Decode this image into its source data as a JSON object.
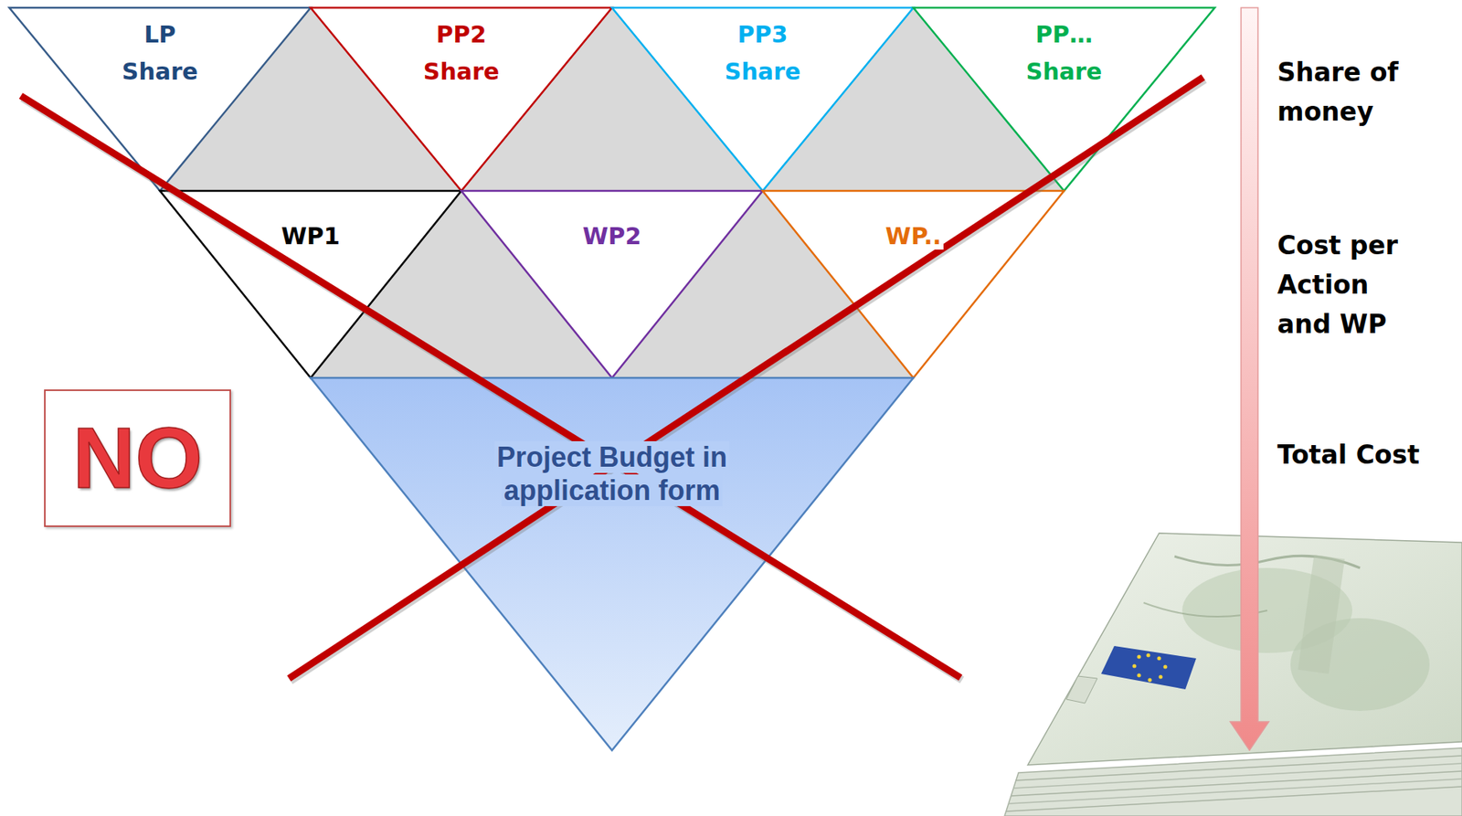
{
  "diagram": {
    "nodes": [
      {
        "text": [
          "LP Share"
        ]
      },
      {
        "text": [
          "PP2 Share"
        ]
      },
      {
        "text": [
          "PP3 Share"
        ]
      },
      {
        "text": [
          "PP… Share"
        ]
      },
      {
        "text": [
          "WP1"
        ]
      },
      {
        "text": [
          "WP2"
        ]
      },
      {
        "text": [
          "WP.."
        ]
      },
      {
        "text": [
          "Project Budget in application form"
        ]
      },
      {
        "text": [
          "NO"
        ]
      }
    ],
    "labels": [
      "Share of money",
      "Cost per Action and WP",
      "Total Cost"
    ]
  }
}
